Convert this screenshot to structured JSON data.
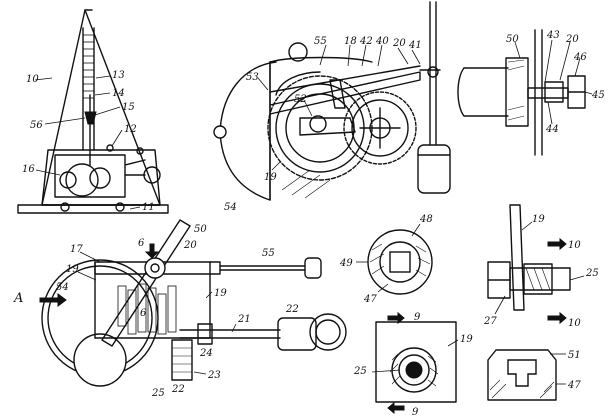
{
  "figures": {
    "fig1": {
      "labels": [
        "10",
        "13",
        "14",
        "15",
        "56",
        "12",
        "16",
        "11"
      ]
    },
    "fig2": {
      "labels": [
        "55",
        "18",
        "42",
        "40",
        "20",
        "41",
        "53",
        "52",
        "19",
        "54"
      ]
    },
    "fig3": {
      "labels": [
        "50",
        "43",
        "20",
        "46",
        "45",
        "44"
      ]
    },
    "fig4": {
      "labels": [
        "A",
        "17",
        "19",
        "54",
        "6",
        "20",
        "50",
        "55",
        "19",
        "6",
        "22",
        "21",
        "24",
        "22",
        "23",
        "25"
      ]
    },
    "fig5": {
      "labels": [
        "48",
        "49",
        "47"
      ]
    },
    "fig6": {
      "labels": [
        "19",
        "10",
        "25",
        "27",
        "10"
      ]
    },
    "fig7": {
      "labels": [
        "9",
        "19",
        "25",
        "9"
      ]
    },
    "fig8": {
      "labels": [
        "51",
        "47"
      ]
    }
  }
}
